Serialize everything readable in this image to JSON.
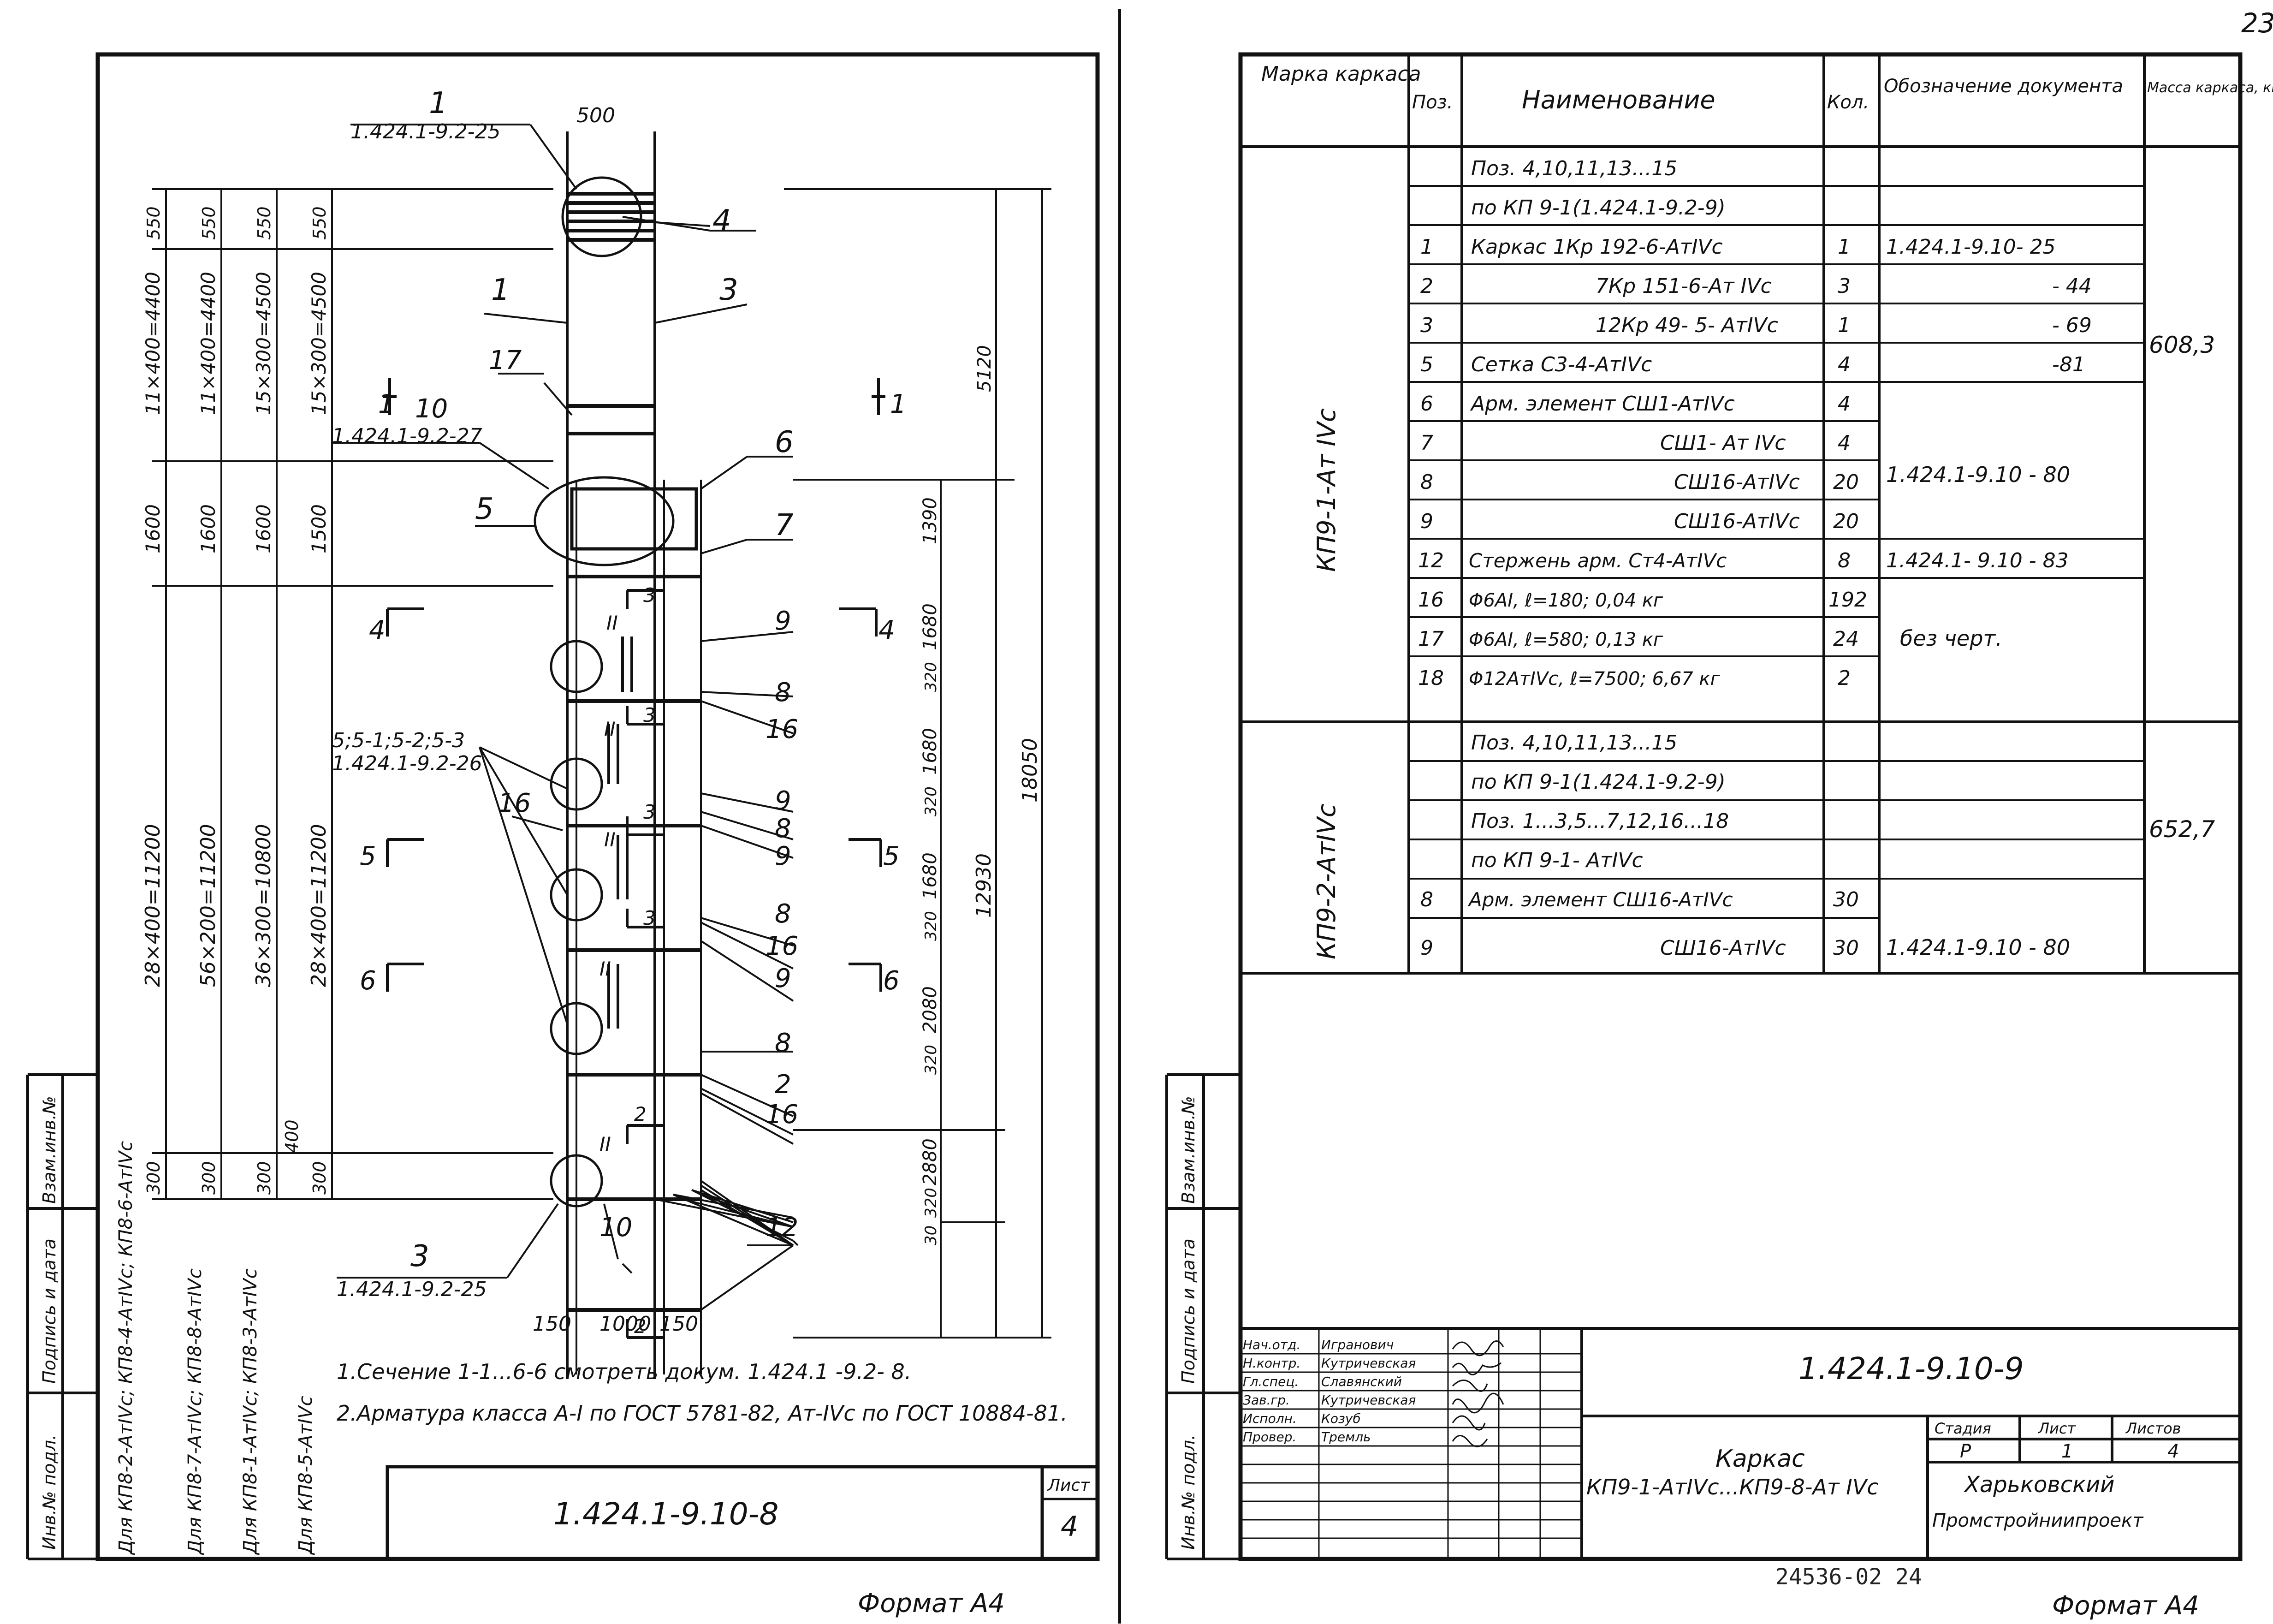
{
  "corner_page": "23",
  "left_sheet": {
    "labels": {
      "c1_top": "1",
      "c1_ref": "1.424.1-9.2-25",
      "dim_500": "500",
      "c4": "4",
      "c1": "1",
      "c3": "3",
      "c10": "10",
      "c10_ref": "1.424.1-9.2-27",
      "c17": "17",
      "c6": "6",
      "c5": "5",
      "c7": "7",
      "c9a": "9",
      "c8a": "8",
      "c16a": "16",
      "c551": "5;5-1;5-2;5-3",
      "c551_ref": "1.424.1-9.2-26",
      "c16b": "16",
      "c9b": "9",
      "c8b": "8",
      "c9c": "9",
      "c8c": "8",
      "c16c": "16",
      "c9d": "9",
      "c8d": "8",
      "c2a": "2",
      "c16d": "16",
      "c12": "12",
      "c3b": "3",
      "c3b_ref": "1.424.1-9.2-25",
      "c10b": "10",
      "dim_150a": "150",
      "dim_1000": "1000",
      "dim_150b": "150",
      "s11a": "1",
      "s11b": "1",
      "s44a": "4",
      "s44b": "4",
      "s55a": "5",
      "s55b": "5",
      "s66a": "6",
      "s66b": "6",
      "s3a": "3",
      "s3b": "3",
      "s3c": "3",
      "s3d": "3",
      "s2a": "2",
      "s2b": "2",
      "sII1": "II",
      "sII2": "II",
      "sII3": "II",
      "sII4": "II",
      "sII5": "II"
    },
    "dims_right": [
      "5120",
      "1390",
      "1680",
      "320",
      "1680",
      "320",
      "1680",
      "320",
      "2080",
      "320",
      "2880",
      "320",
      "30",
      "18050",
      "12930"
    ],
    "dims_left": [
      {
        "top": "550",
        "mid": "11×400=4400",
        "low": "1600",
        "bottom": "28×400=11200",
        "foot": "300"
      },
      {
        "top": "550",
        "mid": "11×400=4400",
        "low": "1600",
        "bottom": "56×200=11200",
        "foot": "300"
      },
      {
        "top": "550",
        "mid": "15×300=4500",
        "low": "1600",
        "bottom": "36×300=10800",
        "foot": "300"
      },
      {
        "top": "550",
        "mid": "15×300=4500",
        "low": "1500",
        "bottom": "28×400=11200",
        "foot": "300"
      }
    ],
    "extra_400": "400",
    "col_labels": [
      "Для КП8-2-АтIVс; КП8-4-АтIVс; КП8-6-АтIVс",
      "Для КП8-7-АтIVс; КП8-8-АтIVс",
      "Для КП8-1-АтIVс; КП8-3-АтIVс",
      "Для КП8-5-АтIVс"
    ],
    "notes": [
      "1.Сечение 1-1...6-6 смотреть докум. 1.424.1 -9.2- 8.",
      "2.Арматура класса А-I по ГОСТ 5781-82, Ат-IVс по ГОСТ 10884-81."
    ],
    "margin_labels": [
      "Инв.№ подл.",
      "Подпись и дата",
      "Взам.инв.№"
    ],
    "stamp": {
      "code": "1.424.1-9.10-8",
      "sheet_label": "Лист",
      "sheet_no": "4"
    },
    "format": "Формат А4"
  },
  "right_sheet": {
    "headers": [
      "Марка каркаса",
      "Поз.",
      "Наименование",
      "Кол.",
      "Обозначение документа",
      "Масса каркаса, кг"
    ],
    "group1": {
      "mark": "КП9-1-Ат IVс",
      "mass": "608,3",
      "rows": [
        {
          "pos": "",
          "name": "Поз. 4,10,11,13...15",
          "qty": "",
          "doc": ""
        },
        {
          "pos": "",
          "name": "по КП 9-1(1.424.1-9.2-9)",
          "qty": "",
          "doc": ""
        },
        {
          "pos": "1",
          "name": "Каркас 1Кр 192-6-АтIVс",
          "qty": "1",
          "doc": "1.424.1-9.10- 25"
        },
        {
          "pos": "2",
          "name": "7Кр 151-6-Ат IVс",
          "qty": "3",
          "doc": "- 44"
        },
        {
          "pos": "3",
          "name": "12Кр 49- 5- АтIVс",
          "qty": "1",
          "doc": "- 69"
        },
        {
          "pos": "5",
          "name": "Сетка С3-4-АтIVс",
          "qty": "4",
          "doc": "-81"
        },
        {
          "pos": "6",
          "name": "Арм. элемент СШ1-АтIVс",
          "qty": "4",
          "doc": ""
        },
        {
          "pos": "7",
          "name": "СШ1- Ат IVс",
          "qty": "4",
          "doc": ""
        },
        {
          "pos": "8",
          "name": "СШ16-АтIVс",
          "qty": "20",
          "doc": ""
        },
        {
          "pos": "9",
          "name": "СШ16-АтIVс",
          "qty": "20",
          "doc": ""
        },
        {
          "pos": "12",
          "name": "Стержень арм. Ст4-АтIVс",
          "qty": "8",
          "doc": "1.424.1- 9.10 - 83"
        },
        {
          "pos": "16",
          "name": "Φ6АI, ℓ=180;     0,04 кг",
          "qty": "192",
          "doc": ""
        },
        {
          "pos": "17",
          "name": "Φ6АI, ℓ=580;     0,13 кг",
          "qty": "24",
          "doc": ""
        },
        {
          "pos": "18",
          "name": "Φ12АтIVс, ℓ=7500; 6,67 кг",
          "qty": "2",
          "doc": ""
        }
      ],
      "doc_merged1": "1.424.1-9.10 - 80",
      "doc_merged2": "без черт."
    },
    "group2": {
      "mark": "КП9-2-АтIVс",
      "mass": "652,7",
      "rows": [
        {
          "pos": "",
          "name": "Поз. 4,10,11,13...15",
          "qty": ""
        },
        {
          "pos": "",
          "name": "по КП 9-1(1.424.1-9.2-9)",
          "qty": ""
        },
        {
          "pos": "",
          "name": "Поз. 1...3,5...7,12,16...18",
          "qty": ""
        },
        {
          "pos": "",
          "name": "по КП 9-1- АтIVс",
          "qty": ""
        },
        {
          "pos": "8",
          "name": "Арм. элемент СШ16-АтIVс",
          "qty": "30"
        },
        {
          "pos": "9",
          "name": "СШ16-АтIVс",
          "qty": "30"
        }
      ],
      "doc_merged": "1.424.1-9.10 - 80"
    },
    "margin_labels": [
      "Инв.№ подл.",
      "Подпись и дата",
      "Взам.инв.№"
    ],
    "stamp": {
      "people": [
        {
          "role": "Нач.отд.",
          "name": "Игранович"
        },
        {
          "role": "Н.контр.",
          "name": "Кутричевская"
        },
        {
          "role": "Гл.спец.",
          "name": "Славянский"
        },
        {
          "role": "Зав.гр.",
          "name": "Кутричевская"
        },
        {
          "role": "Исполн.",
          "name": "Козуб"
        },
        {
          "role": "Провер.",
          "name": "Тремль"
        }
      ],
      "code": "1.424.1-9.10-9",
      "title_line1": "Каркас",
      "title_line2": "КП9-1-АтIVс...КП9-8-Ат IVс",
      "stage_label": "Стадия",
      "sheet_label": "Лист",
      "sheets_label": "Листов",
      "stage": "Р",
      "sheet": "1",
      "sheets": "4",
      "org_line1": "Харьковский",
      "org_line2": "Промстройниипроект"
    },
    "archive_no": "24536-02   24",
    "format": "Формат А4"
  }
}
